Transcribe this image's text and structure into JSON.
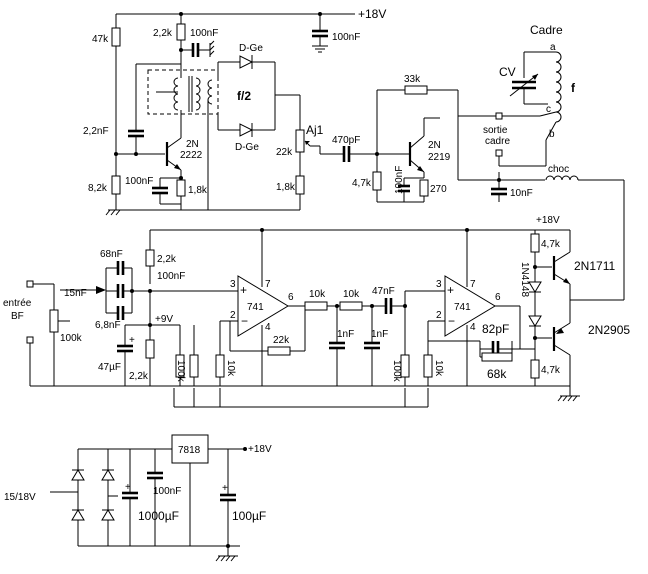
{
  "labels": {
    "plus18_top": "+18V",
    "cap_100nF_top": "100nF",
    "res_47k": "47k",
    "res_22k_top": "2,2k",
    "cap_100nF_2": "100nF",
    "dge_1": "D-Ge",
    "dge_2": "D-Ge",
    "f2": "f/2",
    "cadre": "Cadre",
    "cv": "CV",
    "f": "f",
    "a": "a",
    "b": "b",
    "c": "c",
    "res_33k": "33k",
    "aj1": "Aj1",
    "cap_470pF": "470pF",
    "cap_22nF": "2,2nF",
    "q1_2n": "2N",
    "q1_num": "2222",
    "q2_2n": "2N",
    "q2_num": "2219",
    "res_22k_pot": "22k",
    "sortie": "sortie",
    "cadre2": "cadre",
    "cap_100nF_3": "100nF",
    "res_82k": "8,2k",
    "res_18k_a": "1,8k",
    "res_18k_b": "1,8k",
    "res_47k_b": "4,7k",
    "cap_100nF_4": "100nF",
    "res_270": "270",
    "cap_10nF": "10nF",
    "choc": "choc",
    "plus18_mid": "+18V",
    "res_47k_c": "4,7k",
    "q3": "2N1711",
    "d_1n4148": "1N4148",
    "q4": "2N2905",
    "res_47k_d": "4,7k",
    "cap_68nF": "68nF",
    "cap_15nF": "15nF",
    "cap_68nF_b": "6,8nF",
    "res_22k_in": "2,2k",
    "cap_100nF_5": "100nF",
    "entree": "entrée",
    "bf": "BF",
    "pot_100k": "100k",
    "plus9": "+9V",
    "cap_47uF": "47µF",
    "res_22k_b": "2,2k",
    "res_100k_a": "100k",
    "res_10k_a": "10k",
    "op1": "741",
    "res_22k_fb": "22k",
    "res_10k_1": "10k",
    "res_10k_2": "10k",
    "cap_1nF_1": "1nF",
    "cap_1nF_2": "1nF",
    "cap_47nF": "47nF",
    "res_100k_b": "100k",
    "res_10k_b": "10k",
    "op2": "741",
    "cap_82pF": "82pF",
    "res_68k": "68k",
    "pin3_a": "3",
    "pin2_a": "2",
    "pin7_a": "7",
    "pin4_a": "4",
    "pin6_a": "6",
    "pin3_b": "3",
    "pin2_b": "2",
    "pin7_b": "7",
    "pin4_b": "4",
    "pin6_b": "6",
    "reg": "7818",
    "plus18_psu": "+18V",
    "v_in": "15/18V",
    "cap_100nF_psu": "100nF",
    "cap_1000uF": "1000µF",
    "cap_100uF": "100µF"
  }
}
